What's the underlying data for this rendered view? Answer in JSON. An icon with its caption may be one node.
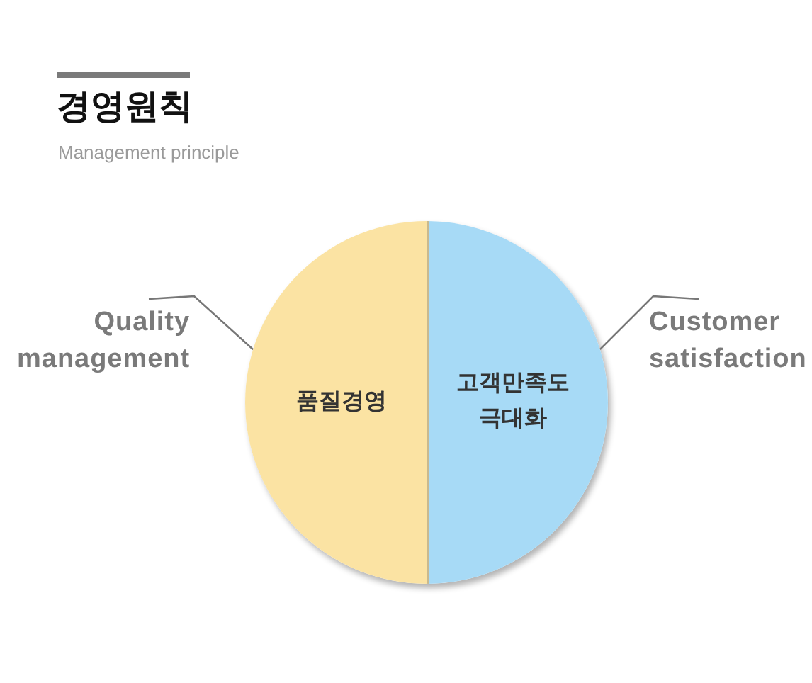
{
  "diagram": {
    "title": "경영원칙",
    "labels": [
      "Management principle"
    ],
    "nodes": [
      {
        "text": [
          "품질경영"
        ]
      },
      {
        "text": [
          "고객만족도 극대화"
        ]
      },
      {
        "text": [
          "Quality management"
        ]
      },
      {
        "text": [
          "Customer satisfaction"
        ]
      }
    ],
    "edges": [
      {
        "from": 2,
        "to": 0,
        "arrow": "none"
      },
      {
        "from": 3,
        "to": 1,
        "arrow": "none"
      }
    ]
  }
}
